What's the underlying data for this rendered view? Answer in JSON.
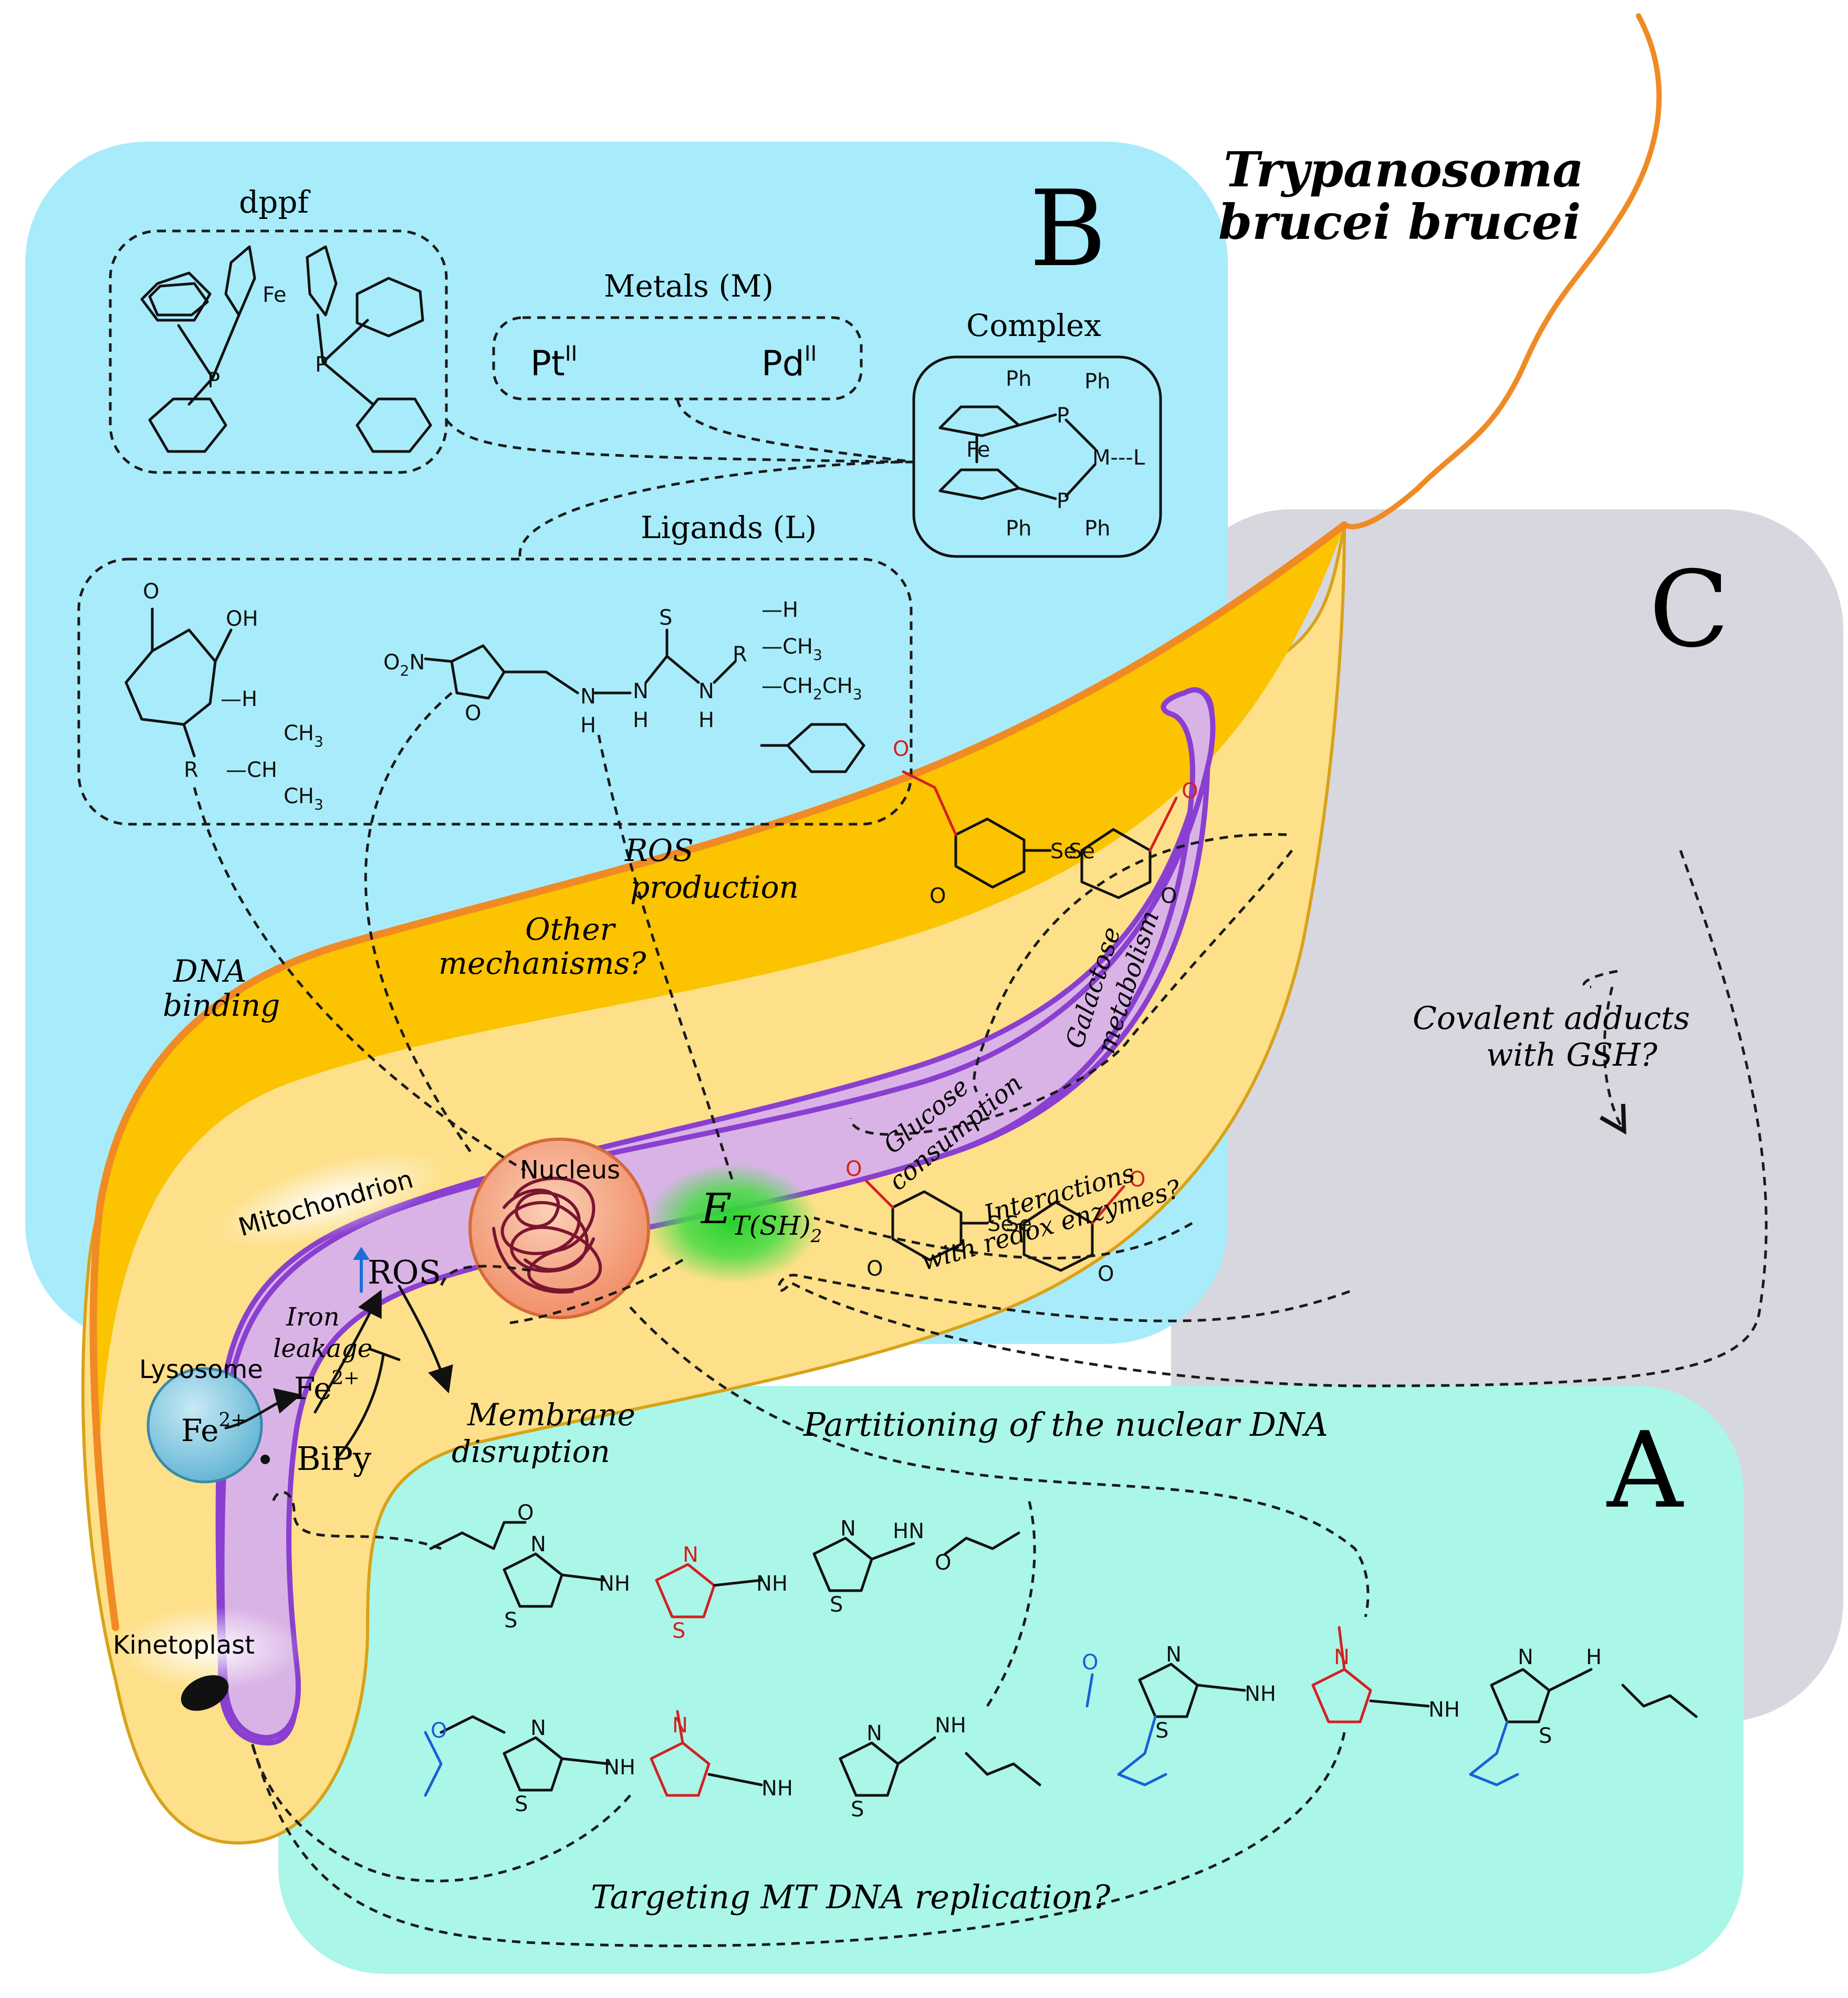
{
  "colors": {
    "panel_b": "#a8ecfb",
    "panel_c": "#d7d7df",
    "panel_a": "#aaf6e8",
    "cell_body": "#fde089",
    "cell_outer": "#fbc300",
    "flagellum": "#f08a24",
    "mitochondrion": "#d9b3e6",
    "mito_border": "#8a3fd0",
    "lysosome": "#7fc3dc",
    "nucleus": "#f7a77f",
    "enzyme_glow": "#2fd43a",
    "sel_red": "#d42020",
    "sel_blue": "#1a5fd6",
    "arrow_blue": "#1a6fd6"
  },
  "title": {
    "line1": "Trypanosoma",
    "line2": "brucei brucei"
  },
  "panels": {
    "b": {
      "letter": "B"
    },
    "c": {
      "letter": "C"
    },
    "a": {
      "letter": "A"
    }
  },
  "panel_b": {
    "dppf_label": "dppf",
    "metals_label": "Metals (M)",
    "metal_pt": "Pt",
    "metal_pd": "Pd",
    "metal_charge": "II",
    "complex_label": "Complex",
    "complex_atoms": {
      "fe": "Fe",
      "p": "P",
      "m_l": "M---L",
      "ph": "Ph"
    },
    "ligands_label": "Ligands (L)",
    "tropolone": {
      "o": "O",
      "oh": "OH",
      "r": "R",
      "h": "—H",
      "ch": "—CH",
      "ch3": "CH",
      "sub3": "3"
    },
    "nitrofuran": {
      "o2n": "O",
      "o2n_sub": "2",
      "o2n_n": "N",
      "furan_o": "O",
      "s": "S",
      "nh": "N",
      "h": "H",
      "r": "R"
    },
    "substituents": {
      "h": "—H",
      "ch3": "—CH",
      "ch2ch3": "—CH",
      "ch2_sub": "2",
      "ch3_end": "CH",
      "sub3": "3"
    },
    "fe_label": "Fe",
    "p_label": "P"
  },
  "mechanisms": {
    "dna_binding": [
      "DNA",
      "binding"
    ],
    "other_mechanisms": [
      "Other",
      "mechanisms?"
    ],
    "ros_production": [
      "ROS",
      "production"
    ],
    "galactose": [
      "Galactose",
      "metabolism"
    ],
    "glucose": [
      "Glucose",
      "consumption"
    ],
    "covalent": [
      "Covalent adducts",
      "with GSH?"
    ],
    "interactions": [
      "Interactions",
      "with redox enzymes?"
    ],
    "membrane": [
      "Membrane",
      "disruption"
    ],
    "iron_leakage": [
      "Iron",
      "leakage"
    ],
    "partitioning": "Partitioning of the nuclear DNA",
    "targeting": "Targeting MT DNA replication?"
  },
  "organelles": {
    "nucleus": "Nucleus",
    "mitochondrion": "Mitochondrion",
    "lysosome": "Lysosome",
    "kinetoplast": "Kinetoplast",
    "ros": "ROS",
    "fe2_free": "Fe",
    "fe2_lys": "Fe",
    "fe_charge": "2+",
    "bipy": "BiPy",
    "enzyme": "E",
    "enzyme_sub": "T(SH)",
    "enzyme_sub2": "2"
  },
  "panel_c": {
    "se": "Se",
    "se2": "Se",
    "o": "O"
  },
  "panel_a": {
    "atoms": {
      "o": "O",
      "n": "N",
      "s": "S",
      "h": "H",
      "hn": "HN",
      "nh": "NH"
    }
  }
}
